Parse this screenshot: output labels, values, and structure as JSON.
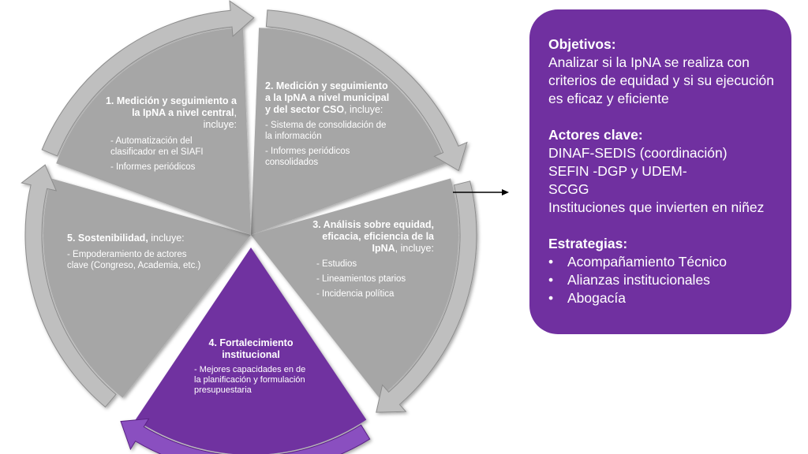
{
  "segments": [
    {
      "id": "1",
      "title": "1. Medición y seguimiento a la IpNA a nivel central",
      "includes": ", incluye:",
      "items": [
        "- Automatización del clasificador en el SIAFI",
        "- Informes periódicos"
      ],
      "color": "#a6a6a6"
    },
    {
      "id": "2",
      "title": "2. Medición y seguimiento a la IpNA a nivel municipal y del sector CSO",
      "includes": ", incluye:",
      "items": [
        "- Sistema de consolidación de la información",
        "- Informes periódicos consolidados"
      ],
      "color": "#a6a6a6"
    },
    {
      "id": "3",
      "title": "3. Análisis sobre equidad, eficacia, eficiencia de la IpNA",
      "includes": ", incluye:",
      "items": [
        "- Estudios",
        "- Lineamientos ptarios",
        "- Incidencia política"
      ],
      "color": "#7030a0"
    },
    {
      "id": "4",
      "title": "4. Fortalecimiento institucional",
      "includes": "",
      "items": [
        "- Mejores capacidades en de la planificación y formulación presupuestaria"
      ],
      "color": "#a6a6a6"
    },
    {
      "id": "5",
      "title": "5. Sostenibilidad,",
      "includes": " incluye:",
      "items": [
        "- Empoderamiento de actores clave (Congreso, Academia, etc.)"
      ],
      "color": "#a6a6a6"
    }
  ],
  "info_box": {
    "objetivos_heading": "Objetivos:",
    "objetivos_text": "Analizar si la IpNA se realiza con criterios de equidad y si su ejecución es eficaz y eficiente",
    "actores_heading": "Actores clave:",
    "actores": [
      "DINAF-SEDIS (coordinación)",
      "SEFIN -DGP y UDEM-",
      "SCGG",
      "Instituciones que invierten en niñez"
    ],
    "estrategias_heading": "Estrategias:",
    "estrategias": [
      "Acompañamiento Técnico",
      "Alianzas institucionales",
      "Abogacía"
    ],
    "color": "#7030a0"
  },
  "colors": {
    "gray_segment": "#a6a6a6",
    "gray_arrow": "#bfbfbf",
    "purple": "#7030a0",
    "purple_arrow": "#8a4fc0"
  }
}
